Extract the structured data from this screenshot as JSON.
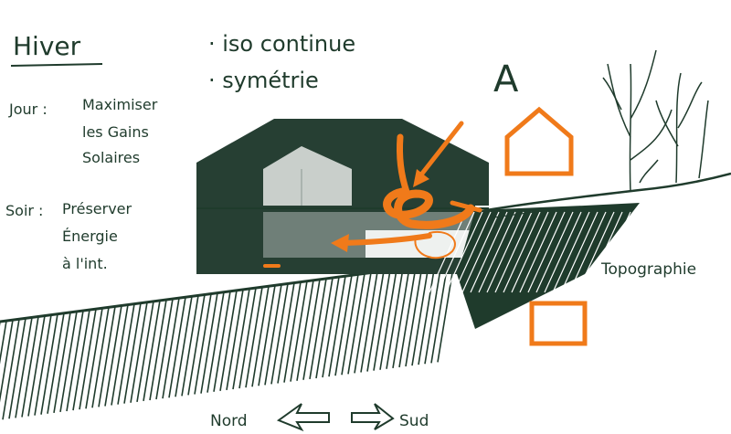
{
  "heading": "Hiver",
  "notes": {
    "line1": "· iso continue",
    "line2": "· symétrie"
  },
  "day": {
    "label": "Jour :",
    "l1": "Maximiser",
    "l2": "les Gains",
    "l3": "Solaires"
  },
  "evening": {
    "label": "Soir :",
    "l1": "Préserver",
    "l2": "Énergie",
    "l3": "à l'int."
  },
  "zone_label": "A",
  "topography_label": "Topographie",
  "compass": {
    "north": "Nord",
    "south": "Sud"
  },
  "colors": {
    "ink": "#1f3b2c",
    "accent": "#f07a1a",
    "house": "#263f33",
    "glass": "#c9cfcb"
  }
}
